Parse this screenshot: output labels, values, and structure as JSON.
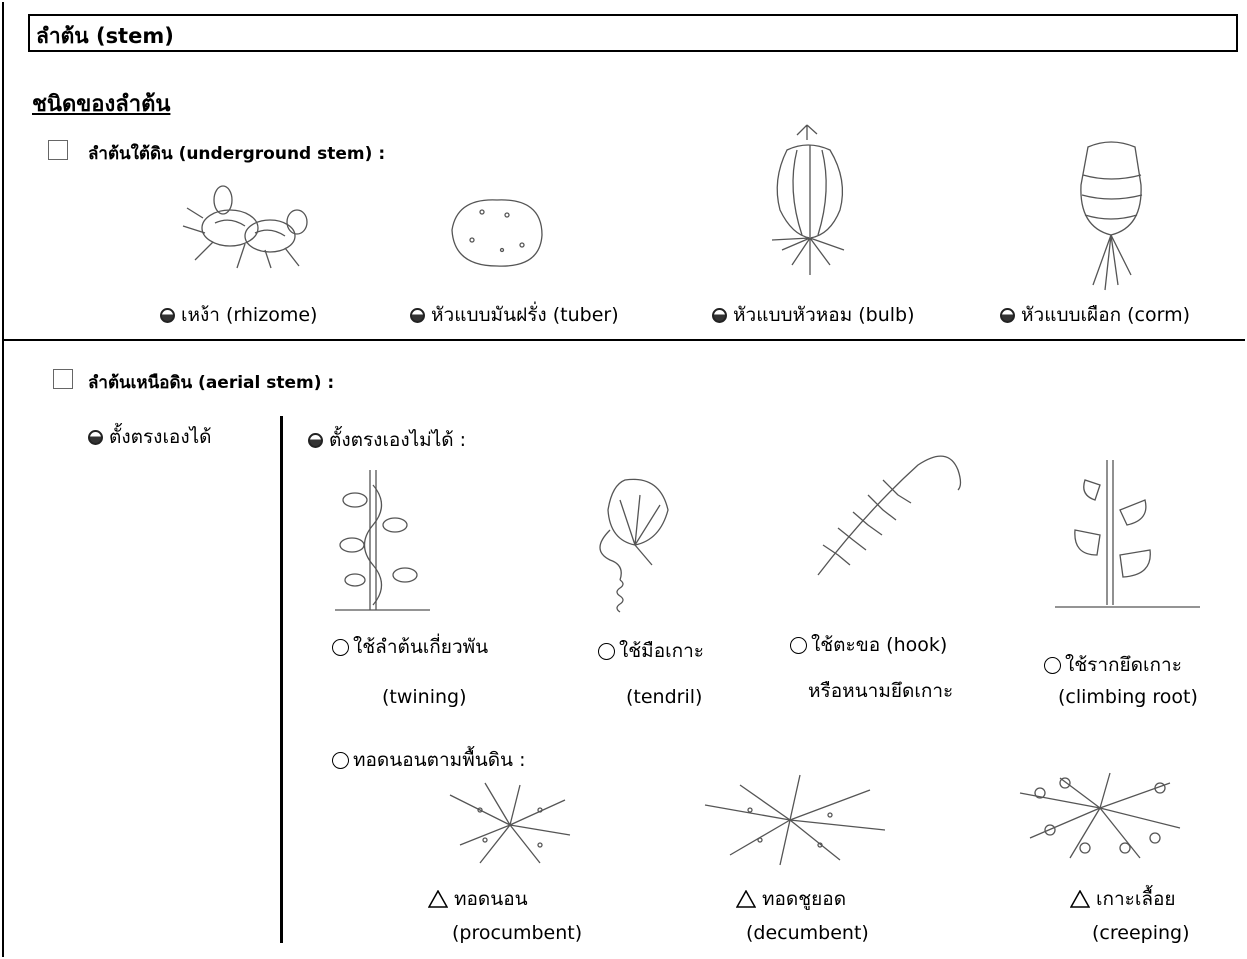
{
  "header": {
    "title": "ลำต้น (stem)"
  },
  "section_heading": "ชนิดของลำต้น",
  "underground": {
    "label": "ลำต้นใต้ดิน",
    "label_en": "(underground stem) :",
    "types": [
      {
        "label": "เหง้า (rhizome)",
        "icon": "rhizome-illustration"
      },
      {
        "label": "หัวแบบมันฝรั่ง (tuber)",
        "icon": "tuber-illustration"
      },
      {
        "label": "หัวแบบหัวหอม (bulb)",
        "icon": "bulb-illustration"
      },
      {
        "label": "หัวแบบเผือก (corm)",
        "icon": "corm-illustration"
      }
    ]
  },
  "aerial": {
    "label": "ลำต้นเหนือดิน (aerial stem) :",
    "upright": "ตั้งตรงเองได้",
    "not_upright": "ตั้งตรงเองไม่ได้ :",
    "climbing": [
      {
        "line1": "ใช้ลำต้นเกี่ยวพัน",
        "line2": "(twining)",
        "icon": "twining-illustration"
      },
      {
        "line1": "ใช้มือเกาะ",
        "line2": "(tendril)",
        "icon": "tendril-illustration"
      },
      {
        "line1": "ใช้ตะขอ (hook)",
        "line2": "หรือหนามยึดเกาะ",
        "icon": "hook-illustration"
      },
      {
        "line1": "ใช้รากยึดเกาะ",
        "line2": "(climbing root)",
        "icon": "climbing-root-illustration"
      }
    ],
    "ground": {
      "label": "ทอดนอนตามพื้นดิน :",
      "types": [
        {
          "line1": "ทอดนอน",
          "line2": "(procumbent)",
          "icon": "procumbent-illustration"
        },
        {
          "line1": "ทอดชูยอด",
          "line2": "(decumbent)",
          "icon": "decumbent-illustration"
        },
        {
          "line1": "เกาะเลื้อย",
          "line2": "(creeping)",
          "icon": "creeping-illustration"
        }
      ]
    }
  }
}
